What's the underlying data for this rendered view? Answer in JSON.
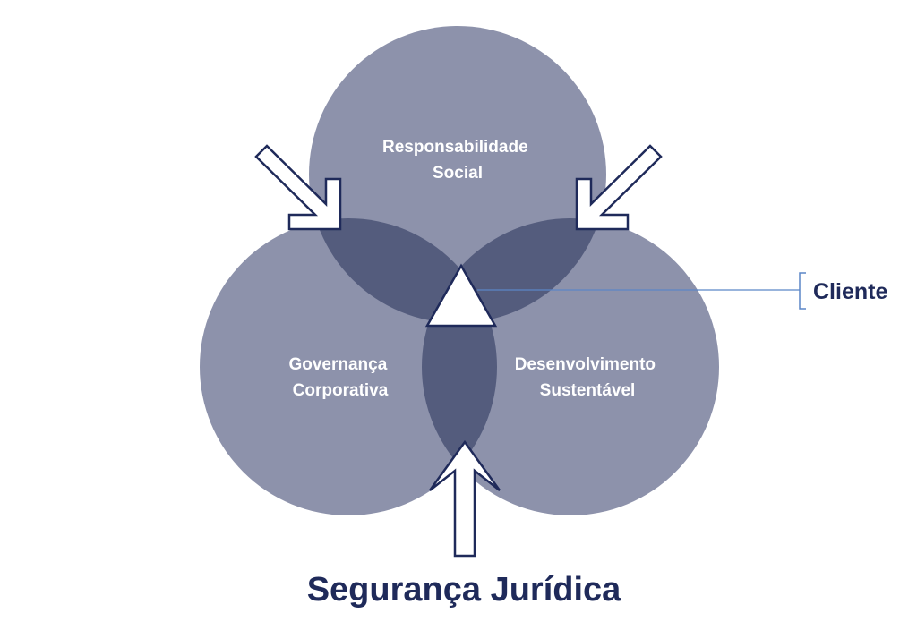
{
  "diagram": {
    "circles": [
      {
        "id": "top",
        "lines": [
          "Responsabilidade",
          "Social"
        ]
      },
      {
        "id": "left",
        "lines": [
          "Governança",
          "Corporativa"
        ]
      },
      {
        "id": "right",
        "lines": [
          "Desenvolvimento",
          "Sustentável"
        ]
      }
    ],
    "center_label": "Cliente",
    "bottom_title": "Segurança Jurídica"
  },
  "colors": {
    "circle": "#8d92ab",
    "overlap": "#545c7d",
    "text_dark": "#1f2a5a",
    "connector": "#5b86c7",
    "arrow_stroke": "#1f2a5a",
    "arrow_fill": "#ffffff"
  }
}
